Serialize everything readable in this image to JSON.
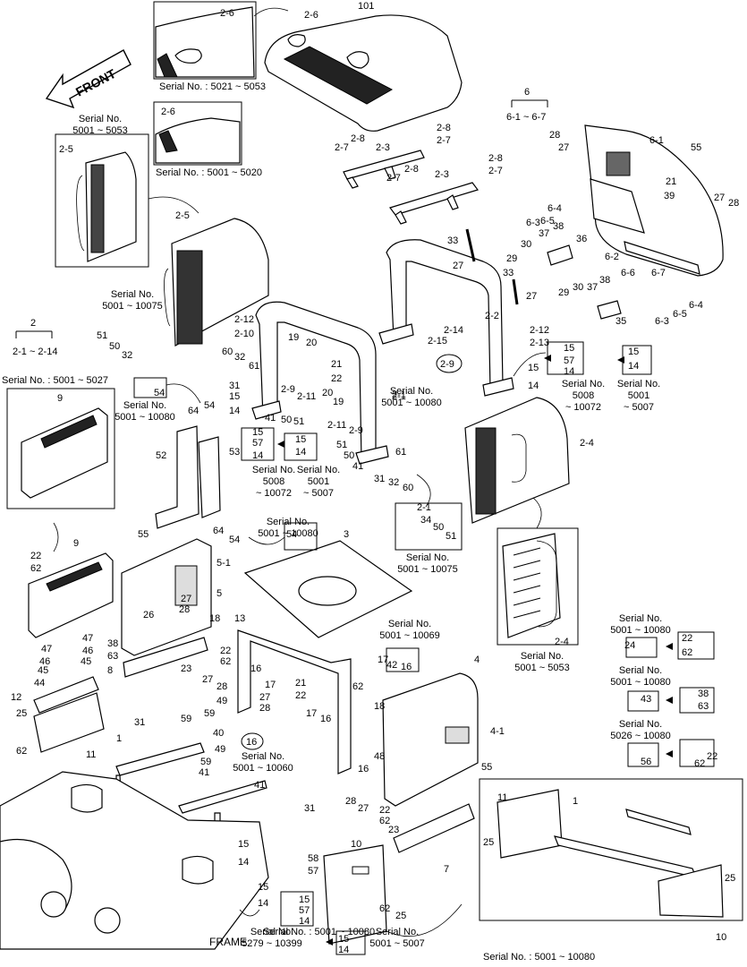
{
  "front_arrow": "FRONT",
  "frame_label": "FRAME",
  "serial_notes": [
    {
      "id": "s1",
      "text": "Serial No. : 5021 ~ 5053"
    },
    {
      "id": "s2",
      "text": "Serial No. : 5001 ~ 5020"
    },
    {
      "id": "s3",
      "text": "Serial No. : 5001 ~ 5027"
    },
    {
      "id": "s4",
      "text": "Serial No. : 5001 ~ 10080"
    },
    {
      "id": "s5",
      "text": "Serial No. : 5001 ~ 10080"
    }
  ],
  "serial_blocks": [
    {
      "id": "b1",
      "lines": [
        "Serial No.",
        "5001 ~ 5053"
      ]
    },
    {
      "id": "b2",
      "lines": [
        "Serial No.",
        "5001 ~ 10075"
      ]
    },
    {
      "id": "b3",
      "lines": [
        "Serial No.",
        "5001 ~ 10080"
      ]
    },
    {
      "id": "b4",
      "lines": [
        "Serial No.",
        "5008",
        "~ 10072"
      ]
    },
    {
      "id": "b5",
      "lines": [
        "Serial No.",
        "5001",
        "~ 5007"
      ]
    },
    {
      "id": "b6",
      "lines": [
        "Serial No.",
        "5001 ~ 10080"
      ]
    },
    {
      "id": "b7",
      "lines": [
        "Serial No.",
        "5001 ~ 10080"
      ]
    },
    {
      "id": "b8",
      "lines": [
        "Serial No.",
        "5008",
        "~ 10072"
      ]
    },
    {
      "id": "b9",
      "lines": [
        "Serial No.",
        "5001",
        "~ 5007"
      ]
    },
    {
      "id": "b10",
      "lines": [
        "Serial No.",
        "5001 ~ 10075"
      ]
    },
    {
      "id": "b11",
      "lines": [
        "Serial No.",
        "5001 ~ 10069"
      ]
    },
    {
      "id": "b12",
      "lines": [
        "Serial No.",
        "5001 ~ 10060"
      ]
    },
    {
      "id": "b13",
      "lines": [
        "Serial No.",
        "5001 ~ 5053"
      ]
    },
    {
      "id": "b14",
      "lines": [
        "Serial No.",
        "5001 ~ 10080"
      ]
    },
    {
      "id": "b15",
      "lines": [
        "Serial No.",
        "5001 ~ 10080"
      ]
    },
    {
      "id": "b16",
      "lines": [
        "Serial No.",
        "5026 ~ 10080"
      ]
    },
    {
      "id": "b17",
      "lines": [
        "Serial No.",
        "5279 ~ 10399"
      ]
    },
    {
      "id": "b18",
      "lines": [
        "Serial No.",
        "5001 ~ 5007"
      ]
    }
  ],
  "group_labels": [
    {
      "id": "g6",
      "top": "6",
      "bottom": "6-1 ~ 6-7"
    },
    {
      "id": "g2",
      "top": "2",
      "bottom": "2-1 ~ 2-14"
    }
  ],
  "circled_refs": [
    "2-9",
    "16"
  ],
  "callouts": [
    {
      "id": "c1",
      "text": "101"
    },
    {
      "id": "c2",
      "text": "2-6"
    },
    {
      "id": "c3",
      "text": "2-6"
    },
    {
      "id": "c4",
      "text": "2-6"
    },
    {
      "id": "c5",
      "text": "2-5"
    },
    {
      "id": "c6",
      "text": "2-5"
    },
    {
      "id": "c7",
      "text": "2-8"
    },
    {
      "id": "c8",
      "text": "2-7"
    },
    {
      "id": "c9",
      "text": "2-7"
    },
    {
      "id": "c10",
      "text": "2-8"
    },
    {
      "id": "c11",
      "text": "2-3"
    },
    {
      "id": "c12",
      "text": "2-8"
    },
    {
      "id": "c13",
      "text": "2-7"
    },
    {
      "id": "c14",
      "text": "2-8"
    },
    {
      "id": "c15",
      "text": "2-7"
    },
    {
      "id": "c16",
      "text": "2-3"
    },
    {
      "id": "c17",
      "text": "6-1"
    },
    {
      "id": "c18",
      "text": "28"
    },
    {
      "id": "c19",
      "text": "27"
    },
    {
      "id": "c20",
      "text": "55"
    },
    {
      "id": "c21",
      "text": "21"
    },
    {
      "id": "c22",
      "text": "39"
    },
    {
      "id": "c23",
      "text": "27"
    },
    {
      "id": "c24",
      "text": "28"
    },
    {
      "id": "c25",
      "text": "6-4"
    },
    {
      "id": "c26",
      "text": "6-3"
    },
    {
      "id": "c27",
      "text": "6-5"
    },
    {
      "id": "c28",
      "text": "37"
    },
    {
      "id": "c29",
      "text": "38"
    },
    {
      "id": "c30",
      "text": "36"
    },
    {
      "id": "c31",
      "text": "30"
    },
    {
      "id": "c32",
      "text": "29"
    },
    {
      "id": "c33",
      "text": "6-2"
    },
    {
      "id": "c34",
      "text": "6-6"
    },
    {
      "id": "c35",
      "text": "6-7"
    },
    {
      "id": "c36",
      "text": "33"
    },
    {
      "id": "c37",
      "text": "27"
    },
    {
      "id": "c38",
      "text": "33"
    },
    {
      "id": "c39",
      "text": "27"
    },
    {
      "id": "c40",
      "text": "29"
    },
    {
      "id": "c41",
      "text": "30"
    },
    {
      "id": "c42",
      "text": "37"
    },
    {
      "id": "c43",
      "text": "38"
    },
    {
      "id": "c44",
      "text": "35"
    },
    {
      "id": "c45",
      "text": "6-4"
    },
    {
      "id": "c46",
      "text": "6-5"
    },
    {
      "id": "c47",
      "text": "6-3"
    },
    {
      "id": "c48",
      "text": "2-2"
    },
    {
      "id": "c49",
      "text": "2-12"
    },
    {
      "id": "c50",
      "text": "2-13"
    },
    {
      "id": "c51",
      "text": "2-14"
    },
    {
      "id": "c52",
      "text": "2-15"
    },
    {
      "id": "c53",
      "text": "2-1"
    },
    {
      "id": "c54",
      "text": "51"
    },
    {
      "id": "c55",
      "text": "50"
    },
    {
      "id": "c56",
      "text": "32"
    },
    {
      "id": "c57",
      "text": "2-12"
    },
    {
      "id": "c58",
      "text": "2-10"
    },
    {
      "id": "c59",
      "text": "19"
    },
    {
      "id": "c60",
      "text": "20"
    },
    {
      "id": "c61",
      "text": "60"
    },
    {
      "id": "c62",
      "text": "32"
    },
    {
      "id": "c63",
      "text": "61"
    },
    {
      "id": "c64",
      "text": "31"
    },
    {
      "id": "c65",
      "text": "15"
    },
    {
      "id": "c66",
      "text": "14"
    },
    {
      "id": "c67",
      "text": "2-9"
    },
    {
      "id": "c68",
      "text": "2-11"
    },
    {
      "id": "c69",
      "text": "41"
    },
    {
      "id": "c70",
      "text": "50"
    },
    {
      "id": "c71",
      "text": "51"
    },
    {
      "id": "c72",
      "text": "21"
    },
    {
      "id": "c73",
      "text": "22"
    },
    {
      "id": "c74",
      "text": "20"
    },
    {
      "id": "c75",
      "text": "19"
    },
    {
      "id": "c76",
      "text": "2-1"
    },
    {
      "id": "c77",
      "text": "2-11"
    },
    {
      "id": "c78",
      "text": "2-9"
    },
    {
      "id": "c79",
      "text": "51"
    },
    {
      "id": "c80",
      "text": "50"
    },
    {
      "id": "c81",
      "text": "41"
    },
    {
      "id": "c82",
      "text": "31"
    },
    {
      "id": "c83",
      "text": "32"
    },
    {
      "id": "c84",
      "text": "60"
    },
    {
      "id": "c85",
      "text": "61"
    },
    {
      "id": "c86",
      "text": "15"
    },
    {
      "id": "c87",
      "text": "14"
    },
    {
      "id": "c88",
      "text": "15"
    },
    {
      "id": "c89",
      "text": "57"
    },
    {
      "id": "c90",
      "text": "14"
    },
    {
      "id": "c91",
      "text": "15"
    },
    {
      "id": "c92",
      "text": "14"
    },
    {
      "id": "c93",
      "text": "54"
    },
    {
      "id": "c94",
      "text": "9"
    },
    {
      "id": "c95",
      "text": "64"
    },
    {
      "id": "c96",
      "text": "54"
    },
    {
      "id": "c97",
      "text": "52"
    },
    {
      "id": "c98",
      "text": "53"
    },
    {
      "id": "c99",
      "text": "15"
    },
    {
      "id": "c100",
      "text": "57"
    },
    {
      "id": "c101",
      "text": "14"
    },
    {
      "id": "c102",
      "text": "15"
    },
    {
      "id": "c103",
      "text": "14"
    },
    {
      "id": "c104",
      "text": "2-4"
    },
    {
      "id": "c105",
      "text": "64"
    },
    {
      "id": "c106",
      "text": "54"
    },
    {
      "id": "c107",
      "text": "54"
    },
    {
      "id": "c108",
      "text": "3"
    },
    {
      "id": "c109",
      "text": "2-1"
    },
    {
      "id": "c110",
      "text": "34"
    },
    {
      "id": "c111",
      "text": "50"
    },
    {
      "id": "c112",
      "text": "51"
    },
    {
      "id": "c113",
      "text": "9"
    },
    {
      "id": "c114",
      "text": "22"
    },
    {
      "id": "c115",
      "text": "62"
    },
    {
      "id": "c116",
      "text": "55"
    },
    {
      "id": "c117",
      "text": "5-1"
    },
    {
      "id": "c118",
      "text": "5"
    },
    {
      "id": "c119",
      "text": "27"
    },
    {
      "id": "c120",
      "text": "28"
    },
    {
      "id": "c121",
      "text": "26"
    },
    {
      "id": "c122",
      "text": "18"
    },
    {
      "id": "c123",
      "text": "13"
    },
    {
      "id": "c124",
      "text": "2-4"
    },
    {
      "id": "c125",
      "text": "47"
    },
    {
      "id": "c126",
      "text": "46"
    },
    {
      "id": "c127",
      "text": "45"
    },
    {
      "id": "c128",
      "text": "44"
    },
    {
      "id": "c129",
      "text": "47"
    },
    {
      "id": "c130",
      "text": "46"
    },
    {
      "id": "c131",
      "text": "45"
    },
    {
      "id": "c132",
      "text": "38"
    },
    {
      "id": "c133",
      "text": "63"
    },
    {
      "id": "c134",
      "text": "8"
    },
    {
      "id": "c135",
      "text": "22"
    },
    {
      "id": "c136",
      "text": "62"
    },
    {
      "id": "c137",
      "text": "23"
    },
    {
      "id": "c138",
      "text": "28"
    },
    {
      "id": "c139",
      "text": "16"
    },
    {
      "id": "c140",
      "text": "17"
    },
    {
      "id": "c141",
      "text": "21"
    },
    {
      "id": "c142",
      "text": "22"
    },
    {
      "id": "c143",
      "text": "17"
    },
    {
      "id": "c144",
      "text": "42"
    },
    {
      "id": "c145",
      "text": "16"
    },
    {
      "id": "c146",
      "text": "4"
    },
    {
      "id": "c147",
      "text": "24"
    },
    {
      "id": "c148",
      "text": "22"
    },
    {
      "id": "c149",
      "text": "62"
    },
    {
      "id": "c150",
      "text": "43"
    },
    {
      "id": "c151",
      "text": "38"
    },
    {
      "id": "c152",
      "text": "63"
    },
    {
      "id": "c153",
      "text": "56"
    },
    {
      "id": "c154",
      "text": "22"
    },
    {
      "id": "c155",
      "text": "62"
    },
    {
      "id": "c156",
      "text": "12"
    },
    {
      "id": "c157",
      "text": "25"
    },
    {
      "id": "c158",
      "text": "62"
    },
    {
      "id": "c159",
      "text": "11"
    },
    {
      "id": "c160",
      "text": "27"
    },
    {
      "id": "c161",
      "text": "49"
    },
    {
      "id": "c162",
      "text": "27"
    },
    {
      "id": "c163",
      "text": "28"
    },
    {
      "id": "c164",
      "text": "62"
    },
    {
      "id": "c165",
      "text": "31"
    },
    {
      "id": "c166",
      "text": "59"
    },
    {
      "id": "c167",
      "text": "59"
    },
    {
      "id": "c168",
      "text": "40"
    },
    {
      "id": "c169",
      "text": "49"
    },
    {
      "id": "c170",
      "text": "59"
    },
    {
      "id": "c171",
      "text": "41"
    },
    {
      "id": "c172",
      "text": "1"
    },
    {
      "id": "c173",
      "text": "17"
    },
    {
      "id": "c174",
      "text": "16"
    },
    {
      "id": "c175",
      "text": "18"
    },
    {
      "id": "c176",
      "text": "48"
    },
    {
      "id": "c177",
      "text": "16"
    },
    {
      "id": "c178",
      "text": "4-1"
    },
    {
      "id": "c179",
      "text": "55"
    },
    {
      "id": "c180",
      "text": "41"
    },
    {
      "id": "c181",
      "text": "31"
    },
    {
      "id": "c182",
      "text": "28"
    },
    {
      "id": "c183",
      "text": "27"
    },
    {
      "id": "c184",
      "text": "22"
    },
    {
      "id": "c185",
      "text": "62"
    },
    {
      "id": "c186",
      "text": "23"
    },
    {
      "id": "c187",
      "text": "10"
    },
    {
      "id": "c188",
      "text": "7"
    },
    {
      "id": "c189",
      "text": "15"
    },
    {
      "id": "c190",
      "text": "14"
    },
    {
      "id": "c191",
      "text": "58"
    },
    {
      "id": "c192",
      "text": "57"
    },
    {
      "id": "c193",
      "text": "15"
    },
    {
      "id": "c194",
      "text": "14"
    },
    {
      "id": "c195",
      "text": "15"
    },
    {
      "id": "c196",
      "text": "57"
    },
    {
      "id": "c197",
      "text": "14"
    },
    {
      "id": "c198",
      "text": "62"
    },
    {
      "id": "c199",
      "text": "25"
    },
    {
      "id": "c200",
      "text": "15"
    },
    {
      "id": "c201",
      "text": "14"
    },
    {
      "id": "c202",
      "text": "11"
    },
    {
      "id": "c203",
      "text": "1"
    },
    {
      "id": "c204",
      "text": "25"
    },
    {
      "id": "c205",
      "text": "25"
    },
    {
      "id": "c206",
      "text": "10"
    }
  ]
}
